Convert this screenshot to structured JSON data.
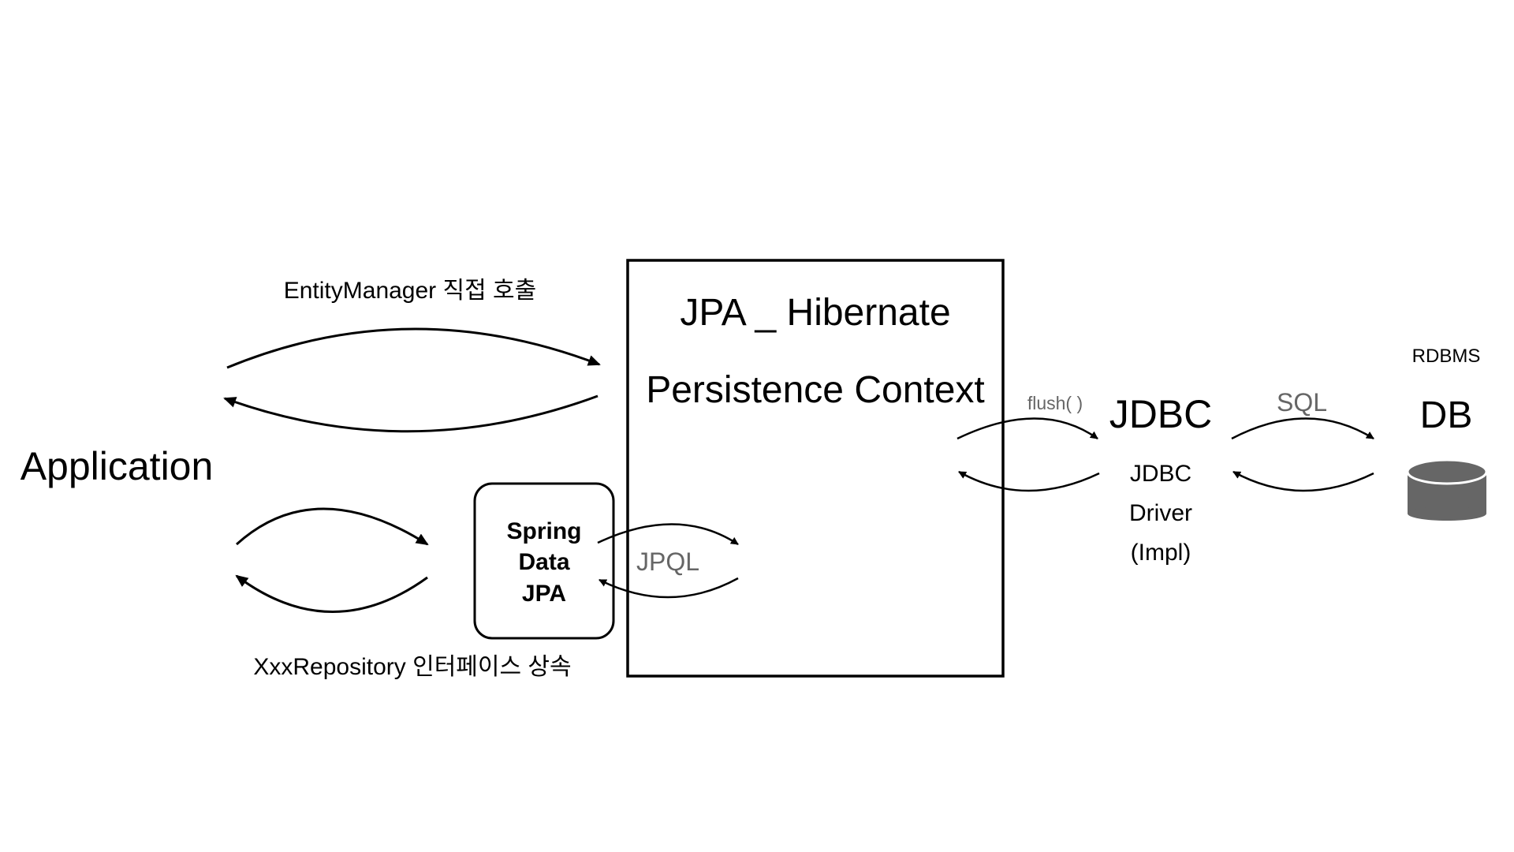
{
  "application": {
    "label": "Application"
  },
  "entity_manager": {
    "label": "EntityManager 직접 호출"
  },
  "repository": {
    "label": "XxxRepository 인터페이스 상속"
  },
  "spring_data_jpa": {
    "line1": "Spring",
    "line2": "Data",
    "line3": "JPA"
  },
  "jpql": {
    "label": "JPQL"
  },
  "jpa_box": {
    "title": "JPA _ Hibernate",
    "subtitle": "Persistence Context"
  },
  "flush": {
    "label": "flush( )"
  },
  "jdbc": {
    "title": "JDBC",
    "line1": "JDBC",
    "line2": "Driver",
    "line3": "(Impl)"
  },
  "sql": {
    "label": "SQL"
  },
  "db": {
    "category": "RDBMS",
    "title": "DB",
    "icon": "database-cylinder-icon",
    "icon_color": "#666666"
  }
}
